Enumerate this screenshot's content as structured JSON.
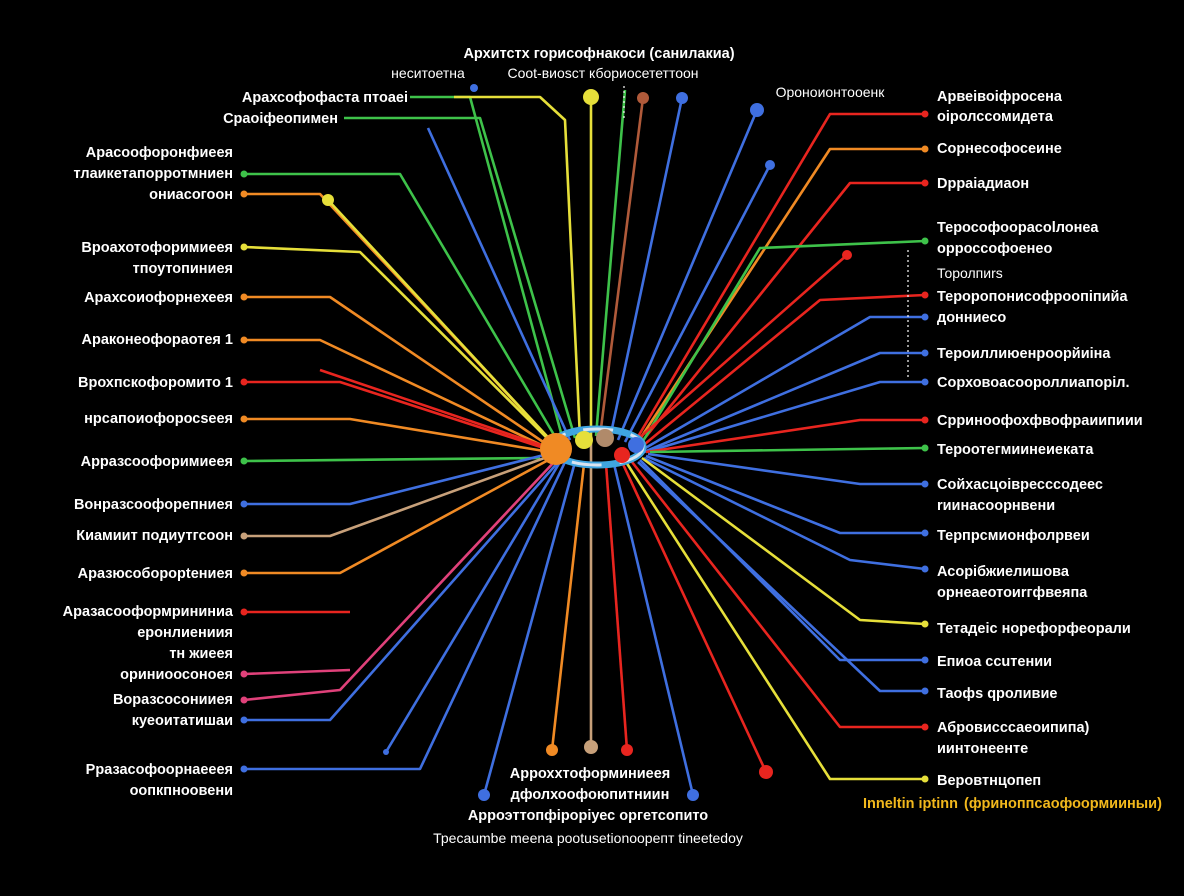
{
  "colors": {
    "background": "#000000",
    "green": "#3ec24a",
    "orange": "#f08a24",
    "red": "#e8251f",
    "yellow": "#e6df3a",
    "blue": "#3f6fe0",
    "pink": "#e0417a",
    "brown": "#b05a3a",
    "tan": "#c7a07a",
    "white": "#ffffff",
    "gold_label": "#f2b81c"
  },
  "title": {
    "line1": "Архитстх гоpисофнакоси (санилакиа)",
    "line2_left": "неситоетна",
    "line2_right": "Сооt-виоsст кбоpиосететтоон"
  },
  "top_right_label": "Ороноионтооенк",
  "left_labels": [
    [
      "Арахсофофаста птоаеi",
      "Сраоiфеопимен"
    ],
    [
      "Арасоофоронфиеея",
      "тлаикетапорротмниен",
      "ониасогоон"
    ],
    [
      "Вроахотофоримиеея",
      "тпоутопиниея"
    ],
    [
      "Арахсоиофорнехеея"
    ],
    [
      "Араконеофораотея 1"
    ],
    [
      "Врохпскофоромито 1"
    ],
    [
      "нрсапоиофоросsеея"
    ],
    [
      "Арразсоофоримиеея"
    ],
    [
      "Вонразсоофорепниея"
    ],
    [
      "Киамиит подиутгсоон"
    ],
    [
      "Аразюсоборорtениея"
    ],
    [
      "Аразасооформрининиа",
      "еронлиениия",
      "тн жиеея"
    ],
    [
      "ориниоосоноея"
    ],
    [
      "Воразсосонииея",
      "куеоитатишаи"
    ],
    [
      "Рразасофоорнаееея",
      "оопкпноовени"
    ]
  ],
  "right_labels": [
    [
      "Арвеiвоiфросена",
      "оiролссомидета"
    ],
    [
      "Сорнесофосеине"
    ],
    [
      "Dрраiадиаон"
    ],
    [
      "Терософоорасоlлонеа",
      "орроссофоенео"
    ],
    [
      "Торолпиrs"
    ],
    [
      "Тероропонисофроопiпийа",
      "донниесо"
    ],
    [
      "Тероиллиюенроорйиiна"
    ],
    [
      "Сорховоасоороллиапорiл."
    ],
    [
      "Срриноофохфвофраиипиии"
    ],
    [
      "Тероотегмиинеиеката"
    ],
    [
      "Сойхасцоiвресссодеес",
      "rиинасоорнвени"
    ],
    [
      "Терпрсмионфолрвеи"
    ],
    [
      "Асорiбжиелишова",
      "орнеаеотоиrгфвеяпа"
    ],
    [
      "Тетадеiс норефорфеорали"
    ],
    [
      "Епиоа ссuтении"
    ],
    [
      "Таофs qроливие"
    ],
    [
      "Абровисссаеоипипа)",
      "иинтонеенте"
    ],
    [
      "Веровтнцопеп"
    ]
  ],
  "bottom_right_yellow": {
    "left": "Inneltin iptinn",
    "right": "(фриноппсаофоормииныи)"
  },
  "bottom_center": {
    "line1": "Арроххтоформиниеея",
    "line2": "дфолхоофоюпитниин",
    "line3": "Арроэттопфiрорiуес оргетсопито",
    "line4": "Трecаumbе meena роotusetionooрепт tineеtedоy"
  }
}
